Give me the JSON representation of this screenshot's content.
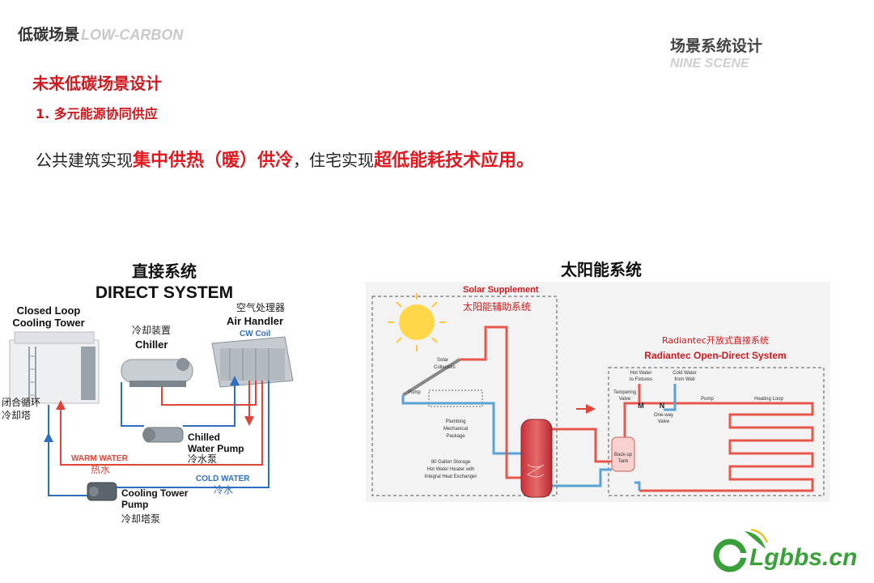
{
  "header": {
    "left_cn": "低碳场景",
    "left_en": "LOW-CARBON",
    "right_cn": "场景系统设计",
    "right_en": "NINE SCENE"
  },
  "title": "未来低碳场景设计",
  "subtitle": "1. 多元能源协同供应",
  "summary": {
    "p1": "公共建筑实现",
    "h1": "集中供热（暖）供冷",
    "p2": "，住宅实现",
    "h2": "超低能耗技术应用。"
  },
  "direct": {
    "title_cn": "直接系统",
    "title_en": "DIRECT SYSTEM",
    "tower_en1": "Closed Loop",
    "tower_en2": "Cooling Tower",
    "tower_cn1": "闭合循环",
    "tower_cn2": "冷却塔",
    "chiller_cn": "冷却装置",
    "chiller_en": "Chiller",
    "air_cn": "空气处理器",
    "air_en": "Air Handler",
    "cw_coil": "CW Coil",
    "chilled_en1": "Chilled",
    "chilled_en2": "Water Pump",
    "chilled_cn": "冷水泵",
    "warm_en": "WARM WATER",
    "warm_cn": "热水",
    "cold_en": "COLD WATER",
    "cold_cn": "冷水",
    "ctpump_en1": "Cooling Tower",
    "ctpump_en2": "Pump",
    "ctpump_cn": "冷却塔泵"
  },
  "solar": {
    "title_cn": "太阳能系统",
    "supp_en": "Solar Supplement",
    "supp_cn": "太阳能辅助系统",
    "collectors1": "Solar",
    "collectors2": "Collectors",
    "pump": "Pump",
    "plumbing1": "Plumbing",
    "plumbing2": "Mechanical",
    "plumbing3": "Package",
    "storage1": "80 Gallon Storage",
    "storage2": "Hot Water Heater with",
    "storage3": "Integral Heat Exchanger",
    "radiantec_cn": "Radiantec开放式直接系统",
    "radiantec_en": "Radiantec Open-Direct System",
    "hotwater1": "Hot Water",
    "hotwater2": "to Fixtures",
    "coldwater1": "Cold Water",
    "coldwater2": "from Well",
    "tempering1": "Tempering",
    "tempering2": "Valve",
    "m": "M",
    "n": "N",
    "oneway1": "One-way",
    "oneway2": "Valve",
    "pump2": "Pump",
    "heating": "Heating Loop",
    "backup1": "Back-up",
    "backup2": "Tank"
  },
  "logo_text": "Lgbbs.cn",
  "colors": {
    "accent_red": "#d0191e",
    "warm_pipe": "#e0443a",
    "cold_pipe": "#2f6fc0",
    "solar_hot": "#e8574c",
    "solar_cold": "#5aa3d6",
    "logo_green": "#3aa13a"
  }
}
